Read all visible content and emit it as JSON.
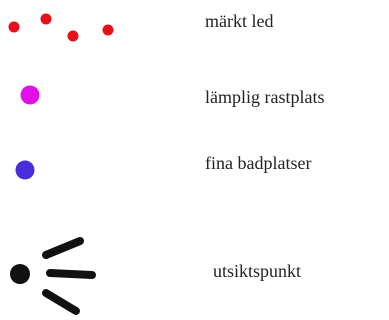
{
  "legend": {
    "items": [
      {
        "id": "trail",
        "label": "märkt led",
        "symbol": "red-dotted-trail-icon",
        "color": "#e8101a"
      },
      {
        "id": "rest",
        "label": "lämplig rastplats",
        "symbol": "magenta-dot-icon",
        "color": "#e010e6"
      },
      {
        "id": "beach",
        "label": "fina badplatser",
        "symbol": "blue-dot-icon",
        "color": "#4a2cdc"
      },
      {
        "id": "viewpoint",
        "label": "utsiktspunkt",
        "symbol": "viewpoint-icon",
        "color": "#111111"
      }
    ]
  }
}
